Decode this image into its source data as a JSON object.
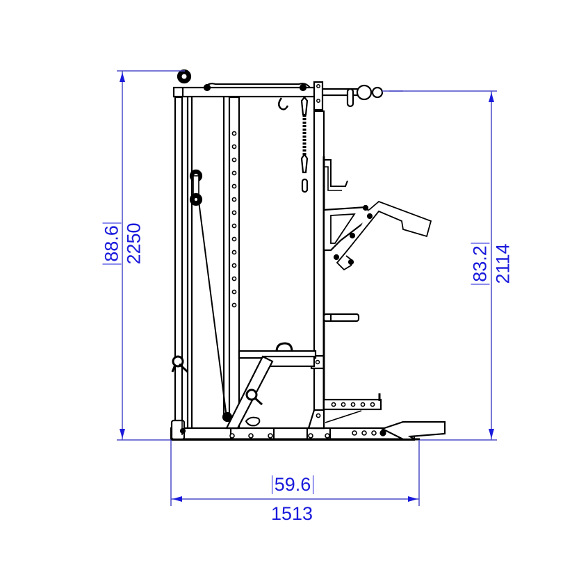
{
  "drawing": {
    "title": "Power rack with lat pulldown — side elevation",
    "units": {
      "primary": "mm",
      "secondary": "in"
    },
    "colors": {
      "dimension": "#1a1adc",
      "dimension_line": "#4b4bc8",
      "outline": "#000000",
      "background": "#ffffff"
    }
  },
  "dimensions": {
    "overall_height": {
      "mm": "2250",
      "inches": "88.6"
    },
    "rack_height": {
      "mm": "2114",
      "inches": "83.2"
    },
    "depth": {
      "mm": "1513",
      "inches": "59.6"
    }
  }
}
